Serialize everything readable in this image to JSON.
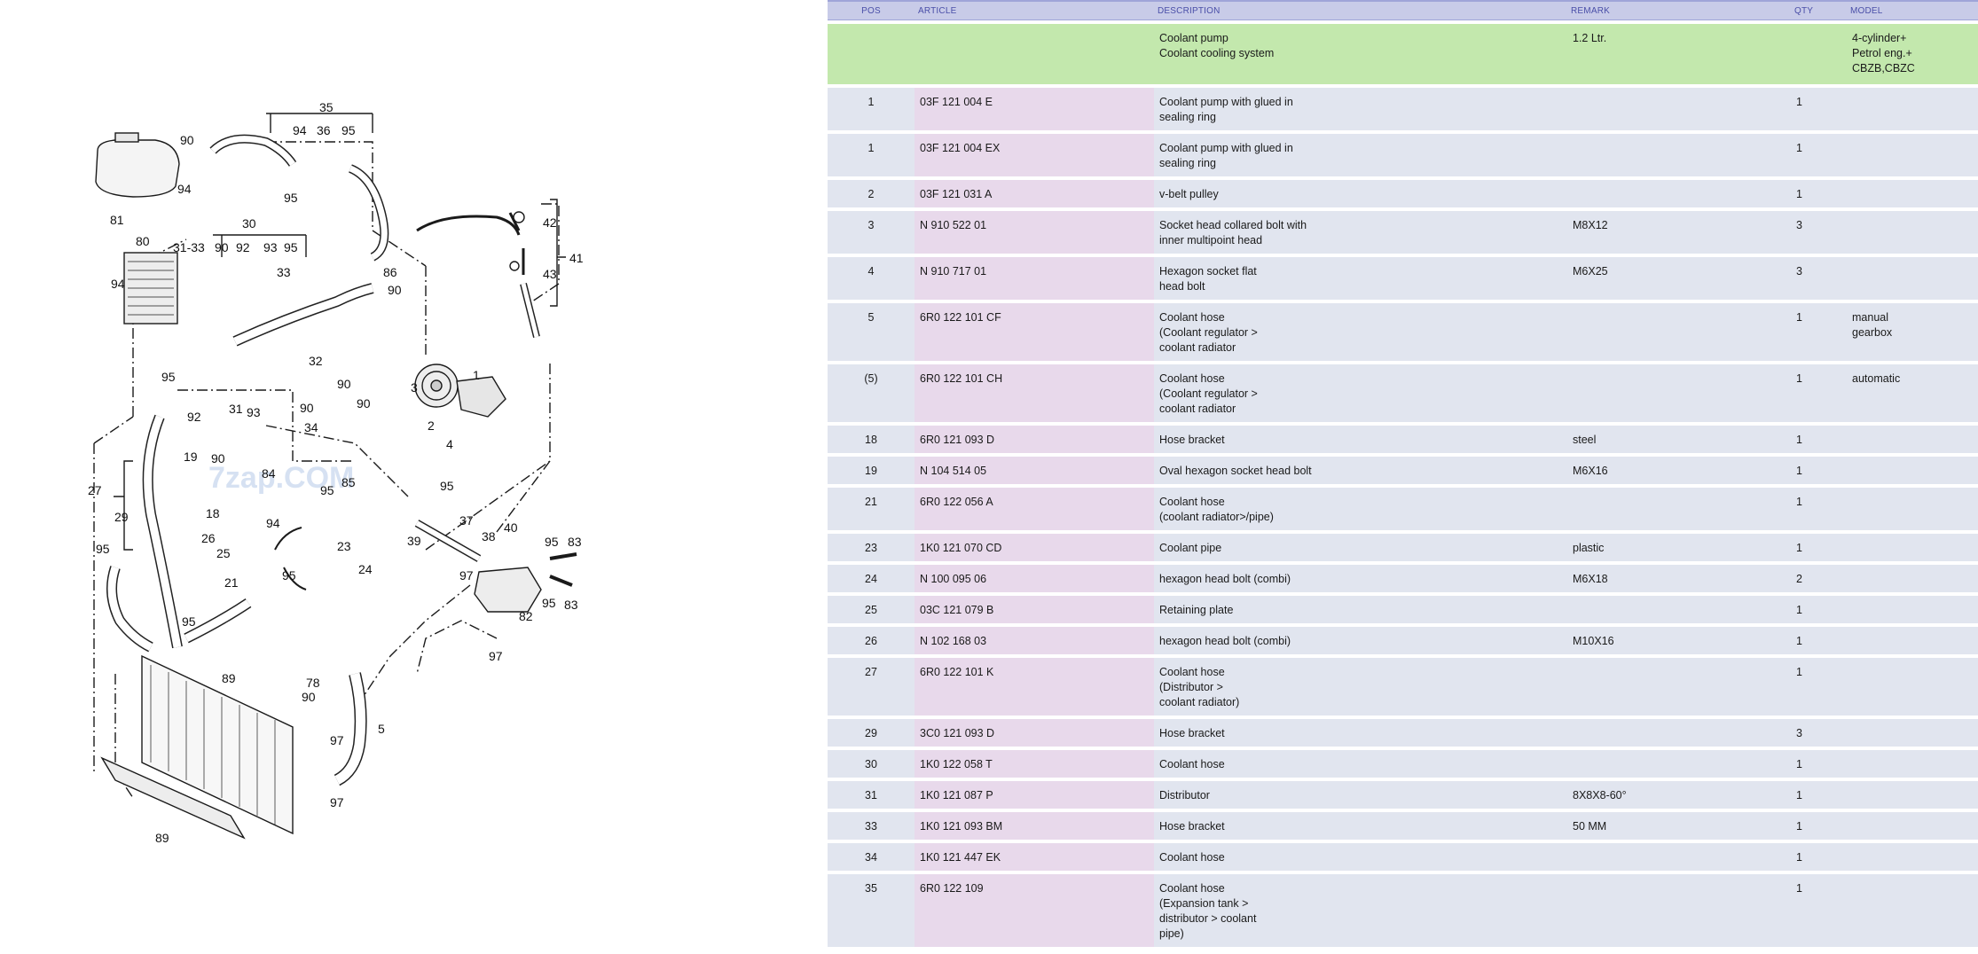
{
  "diagram": {
    "watermark": "7zap.COM",
    "callouts": [
      "35",
      "90",
      "94",
      "36",
      "95",
      "94",
      "95",
      "81",
      "80",
      "31-33",
      "90",
      "92",
      "93",
      "95",
      "30",
      "94",
      "33",
      "86",
      "90",
      "42",
      "43",
      "41",
      "95",
      "32",
      "90",
      "92",
      "93",
      "31",
      "90",
      "90",
      "34",
      "1",
      "3",
      "2",
      "4",
      "19",
      "90",
      "84",
      "95",
      "85",
      "27",
      "18",
      "95",
      "29",
      "94",
      "37",
      "26",
      "25",
      "23",
      "39",
      "38",
      "40",
      "95",
      "83",
      "95",
      "24",
      "21",
      "95",
      "97",
      "82",
      "95",
      "83",
      "95",
      "97",
      "89",
      "78",
      "90",
      "5",
      "97",
      "97",
      "89"
    ]
  },
  "table": {
    "columns": {
      "pos": "POS",
      "article": "ARTICLE",
      "description": "DESCRIPTION",
      "remark": "REMARK",
      "qty": "QTY",
      "model": "MODEL"
    },
    "group": {
      "description": "Coolant pump\nCoolant cooling system",
      "remark": "1.2 Ltr.",
      "model": "4-cylinder+\nPetrol eng.+\nCBZB,CBZC"
    },
    "rows": [
      {
        "pos": "1",
        "article": "03F 121 004 E",
        "description": "Coolant pump with glued in\nsealing ring",
        "remark": "",
        "qty": "1",
        "model": ""
      },
      {
        "pos": "1",
        "article": "03F 121 004 EX",
        "description": "Coolant pump with glued in\nsealing ring",
        "remark": "",
        "qty": "1",
        "model": ""
      },
      {
        "pos": "2",
        "article": "03F 121 031 A",
        "description": "v-belt pulley",
        "remark": "",
        "qty": "1",
        "model": ""
      },
      {
        "pos": "3",
        "article": "N   910 522 01",
        "description": "Socket head collared bolt with\ninner multipoint head",
        "remark": "M8X12",
        "qty": "3",
        "model": ""
      },
      {
        "pos": "4",
        "article": "N   910 717 01",
        "description": "Hexagon socket flat\nhead bolt",
        "remark": "M6X25",
        "qty": "3",
        "model": ""
      },
      {
        "pos": "5",
        "article": "6R0 122 101 CF",
        "description": "Coolant hose\n(Coolant regulator >\n coolant radiator",
        "remark": "",
        "qty": "1",
        "model": "manual\ngearbox"
      },
      {
        "pos": "(5)",
        "article": "6R0 122 101 CH",
        "description": "Coolant hose\n(Coolant regulator >\n coolant radiator",
        "remark": "",
        "qty": "1",
        "model": "automatic"
      },
      {
        "pos": "18",
        "article": "6R0 121 093 D",
        "description": "Hose bracket",
        "remark": "steel",
        "qty": "1",
        "model": ""
      },
      {
        "pos": "19",
        "article": "N   104 514 05",
        "description": "Oval hexagon socket head bolt",
        "remark": "M6X16",
        "qty": "1",
        "model": ""
      },
      {
        "pos": "21",
        "article": "6R0 122 056 A",
        "description": "Coolant hose\n(coolant radiator>/pipe)",
        "remark": "",
        "qty": "1",
        "model": ""
      },
      {
        "pos": "23",
        "article": "1K0 121 070 CD",
        "description": "Coolant pipe",
        "remark": "plastic",
        "qty": "1",
        "model": ""
      },
      {
        "pos": "24",
        "article": "N   100 095 06",
        "description": "hexagon head bolt (combi)",
        "remark": "M6X18",
        "qty": "2",
        "model": ""
      },
      {
        "pos": "25",
        "article": "03C 121 079 B",
        "description": "Retaining plate",
        "remark": "",
        "qty": "1",
        "model": ""
      },
      {
        "pos": "26",
        "article": "N   102 168 03",
        "description": "hexagon head bolt (combi)",
        "remark": "M10X16",
        "qty": "1",
        "model": ""
      },
      {
        "pos": "27",
        "article": "6R0 122 101 K",
        "description": "Coolant hose\n(Distributor >\n coolant radiator)",
        "remark": "",
        "qty": "1",
        "model": ""
      },
      {
        "pos": "29",
        "article": "3C0 121 093 D",
        "description": "Hose bracket",
        "remark": "",
        "qty": "3",
        "model": ""
      },
      {
        "pos": "30",
        "article": "1K0 122 058 T",
        "description": "Coolant hose",
        "remark": "",
        "qty": "1",
        "model": ""
      },
      {
        "pos": "31",
        "article": "1K0 121 087 P",
        "description": "Distributor",
        "remark": "8X8X8-60°",
        "qty": "1",
        "model": ""
      },
      {
        "pos": "33",
        "article": "1K0 121 093 BM",
        "description": "Hose bracket",
        "remark": "50 MM",
        "qty": "1",
        "model": ""
      },
      {
        "pos": "34",
        "article": "1K0 121 447 EK",
        "description": "Coolant hose",
        "remark": "",
        "qty": "1",
        "model": ""
      },
      {
        "pos": "35",
        "article": "6R0 122 109",
        "description": "Coolant hose\n(Expansion tank >\n distributor > coolant\n pipe)",
        "remark": "",
        "qty": "1",
        "model": ""
      }
    ]
  }
}
